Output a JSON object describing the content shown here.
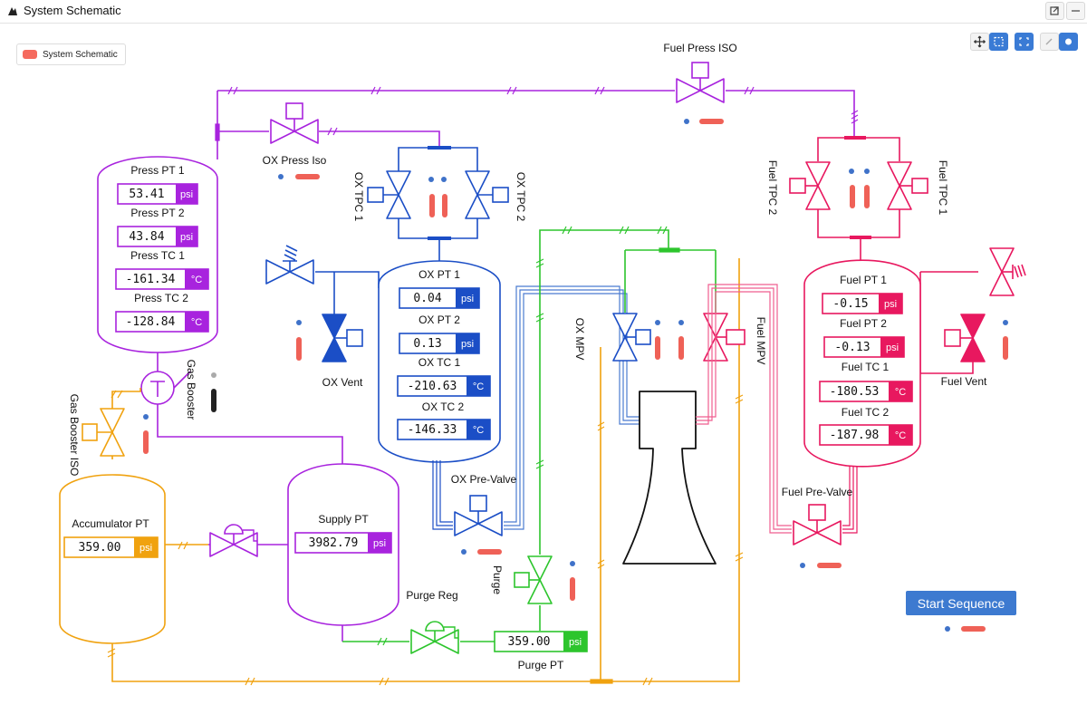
{
  "app": {
    "title": "System Schematic"
  },
  "legend": {
    "label": "System Schematic",
    "color": "#f56a5e"
  },
  "colors": {
    "press": "#a823de",
    "ox": "#1b4ec6",
    "fuel": "#e8185f",
    "purge": "#2dc52d",
    "accumulator": "#f0a20f",
    "indicator_red": "#ef6157",
    "indicator_blue": "#3f72c9"
  },
  "valves": {
    "fuel_press_iso": "Fuel Press ISO",
    "ox_press_iso": "OX Press Iso",
    "ox_tpc_1": "OX TPC 1",
    "ox_tpc_2": "OX TPC 2",
    "fuel_tpc_1": "Fuel TPC 1",
    "fuel_tpc_2": "Fuel TPC 2",
    "ox_vent": "OX Vent",
    "fuel_vent": "Fuel Vent",
    "ox_mpv": "OX MPV",
    "fuel_mpv": "Fuel MPV",
    "ox_pre_valve": "OX Pre-Valve",
    "fuel_pre_valve": "Fuel Pre-Valve",
    "purge": "Purge",
    "purge_reg": "Purge Reg",
    "gas_booster": "Gas Booster",
    "gas_booster_iso": "Gas Booster ISO"
  },
  "press_tank": {
    "pt1": {
      "label": "Press PT 1",
      "value": "53.41",
      "unit": "psi"
    },
    "pt2": {
      "label": "Press PT 2",
      "value": "43.84",
      "unit": "psi"
    },
    "tc1": {
      "label": "Press TC 1",
      "value": "-161.34",
      "unit": "°C"
    },
    "tc2": {
      "label": "Press TC 2",
      "value": "-128.84",
      "unit": "°C"
    }
  },
  "ox_tank": {
    "pt1": {
      "label": "OX PT 1",
      "value": "0.04",
      "unit": "psi"
    },
    "pt2": {
      "label": "OX PT 2",
      "value": "0.13",
      "unit": "psi"
    },
    "tc1": {
      "label": "OX TC 1",
      "value": "-210.63",
      "unit": "°C"
    },
    "tc2": {
      "label": "OX TC 2",
      "value": "-146.33",
      "unit": "°C"
    }
  },
  "fuel_tank": {
    "pt1": {
      "label": "Fuel PT 1",
      "value": "-0.15",
      "unit": "psi"
    },
    "pt2": {
      "label": "Fuel PT 2",
      "value": "-0.13",
      "unit": "psi"
    },
    "tc1": {
      "label": "Fuel TC 1",
      "value": "-180.53",
      "unit": "°C"
    },
    "tc2": {
      "label": "Fuel TC 2",
      "value": "-187.98",
      "unit": "°C"
    }
  },
  "accumulator": {
    "label": "Accumulator PT",
    "value": "359.00",
    "unit": "psi"
  },
  "supply": {
    "label": "Supply PT",
    "value": "3982.79",
    "unit": "psi"
  },
  "purge_pt": {
    "label": "Purge PT",
    "value": "359.00",
    "unit": "psi"
  },
  "actions": {
    "start_sequence": "Start Sequence"
  }
}
